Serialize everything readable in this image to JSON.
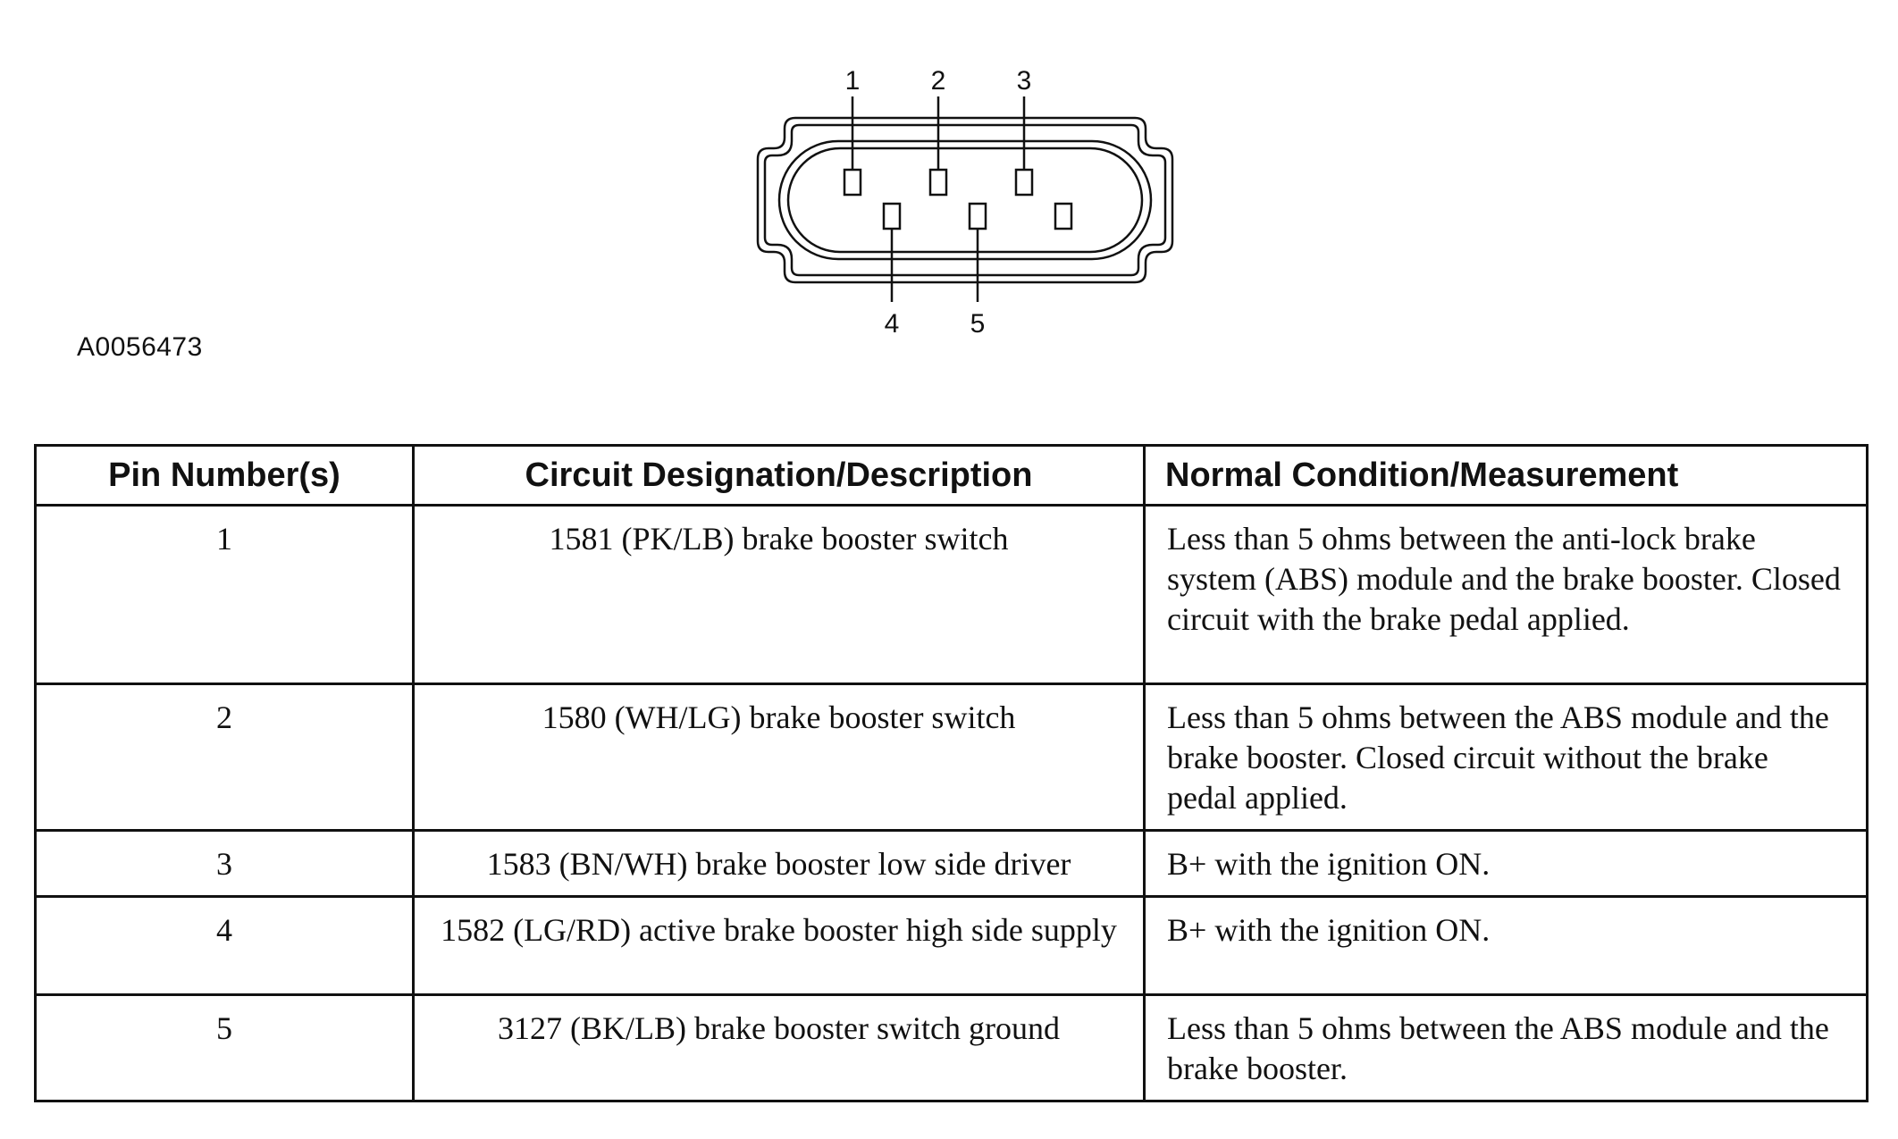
{
  "figure": {
    "id": "A0056473",
    "pin_labels_top": [
      "1",
      "2",
      "3"
    ],
    "pin_labels_bottom": [
      "4",
      "5"
    ]
  },
  "table": {
    "headers": [
      "Pin Number(s)",
      "Circuit Designation/Description",
      "Normal Condition/Measurement"
    ],
    "rows": [
      {
        "pin": "1",
        "circuit": "1581 (PK/LB) brake booster switch",
        "condition": "Less than 5 ohms between the anti-lock brake system (ABS) module and the brake booster. Closed circuit with the brake pedal applied."
      },
      {
        "pin": "2",
        "circuit": "1580 (WH/LG) brake booster switch",
        "condition": "Less than 5 ohms between the ABS module and the brake booster. Closed circuit without the brake pedal applied."
      },
      {
        "pin": "3",
        "circuit": "1583 (BN/WH) brake booster low side driver",
        "condition": "B+ with the ignition ON."
      },
      {
        "pin": "4",
        "circuit": "1582 (LG/RD) active brake booster high side supply",
        "condition": "B+ with the ignition ON."
      },
      {
        "pin": "5",
        "circuit": "3127 (BK/LB) brake booster switch ground",
        "condition": "Less than 5 ohms between the ABS module and the brake booster."
      }
    ]
  }
}
